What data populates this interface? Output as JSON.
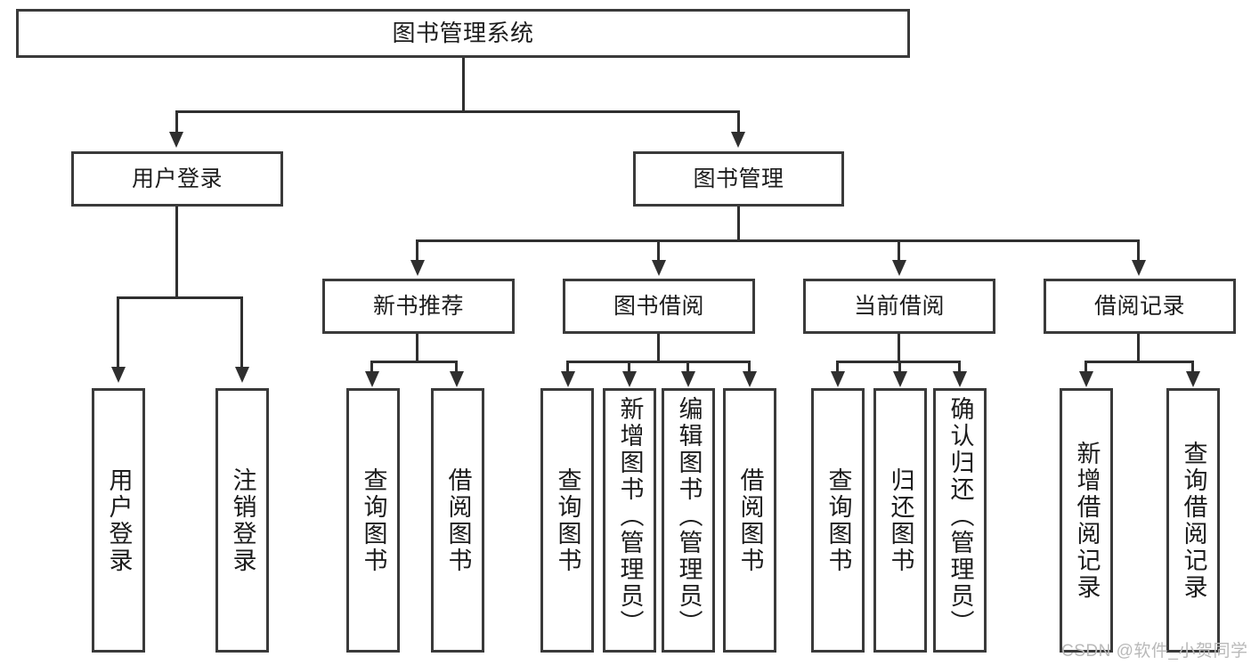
{
  "diagram": {
    "type": "tree-hierarchy",
    "title": "图书管理系统",
    "root": {
      "label": "图书管理系统"
    },
    "level2": [
      {
        "label": "用户登录"
      },
      {
        "label": "图书管理"
      }
    ],
    "level3": [
      {
        "label": "新书推荐"
      },
      {
        "label": "图书借阅"
      },
      {
        "label": "当前借阅"
      },
      {
        "label": "借阅记录"
      }
    ],
    "leaves": {
      "user_login": [
        {
          "label": "用户登录"
        },
        {
          "label": "注销登录"
        }
      ],
      "new_book_recommend": [
        {
          "label": "查询图书"
        },
        {
          "label": "借阅图书"
        }
      ],
      "book_borrow": [
        {
          "label": "查询图书"
        },
        {
          "label": "新增图书（管理员）"
        },
        {
          "label": "编辑图书（管理员）"
        },
        {
          "label": "借阅图书"
        }
      ],
      "current_borrow": [
        {
          "label": "查询图书"
        },
        {
          "label": "归还图书"
        },
        {
          "label": "确认归还（管理员）"
        }
      ],
      "borrow_record": [
        {
          "label": "新增借阅记录"
        },
        {
          "label": "查询借阅记录"
        }
      ]
    }
  },
  "watermark": {
    "text": "CSDN @软件_小贺同学"
  },
  "colors": {
    "box_border": "#3a3a3a",
    "line": "#2f2f2f",
    "background": "#ffffff",
    "text": "#1c1c1c",
    "watermark": "#b9b9b9"
  }
}
